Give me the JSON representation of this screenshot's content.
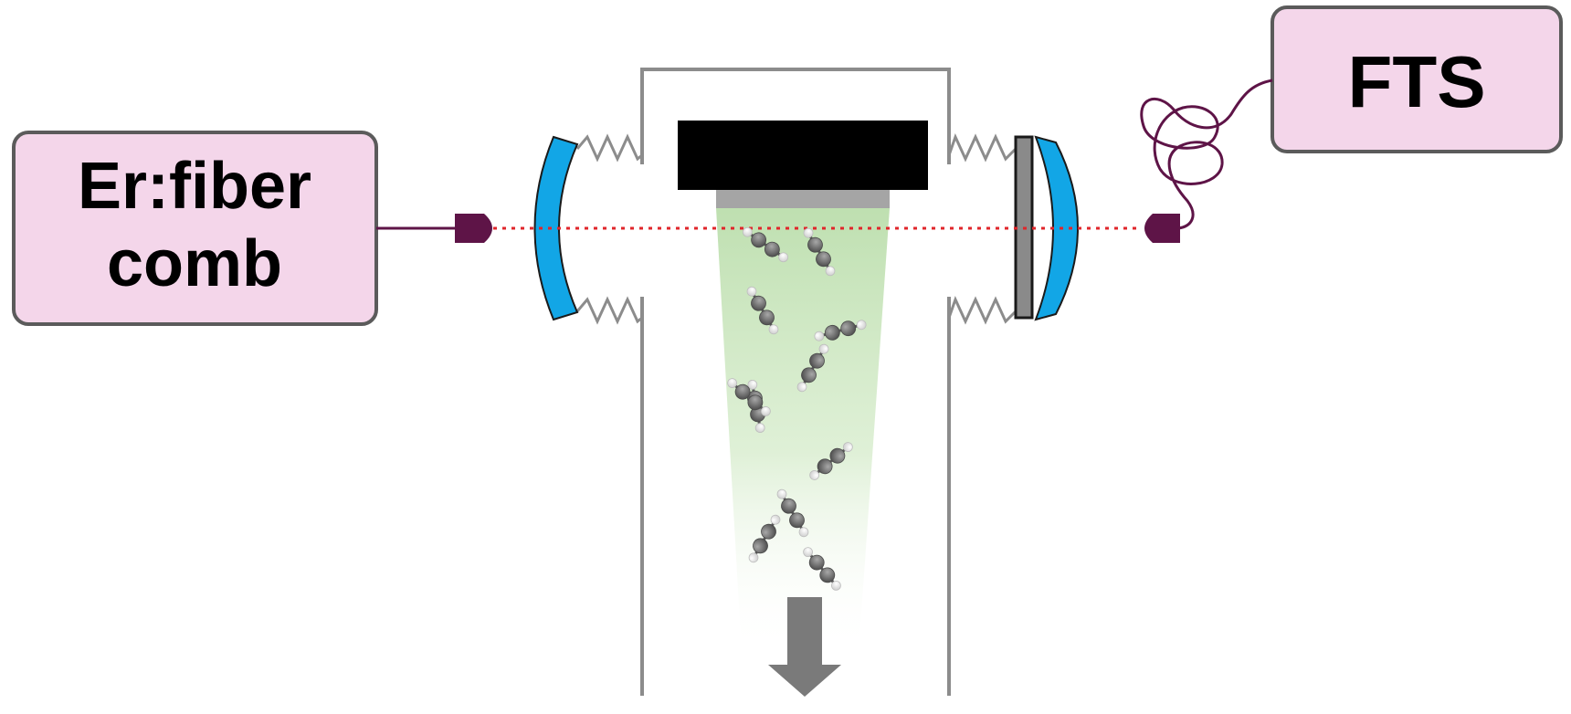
{
  "labels": {
    "source_line1": "Er:fiber",
    "source_line2": "comb",
    "detector": "FTS"
  },
  "colors": {
    "box_fill": "#f4d6ea",
    "box_stroke": "#5b5b5b",
    "fiber": "#5e1447",
    "beam": "#e0262b",
    "mirror": "#12a6e6",
    "chamber": "#8c8c8c",
    "plate": "#000000",
    "plume": "#bfe0b0",
    "molecule_carbon": "#6a6a6a",
    "molecule_hydrogen": "#f2f2f2",
    "arrow": "#7a7a7a"
  },
  "icons": {
    "source_connector": "fiber-collimator-icon",
    "detector_connector": "fiber-collimator-icon",
    "flow_arrow": "arrow-down-icon",
    "molecule": "acetylene-molecule-icon"
  }
}
